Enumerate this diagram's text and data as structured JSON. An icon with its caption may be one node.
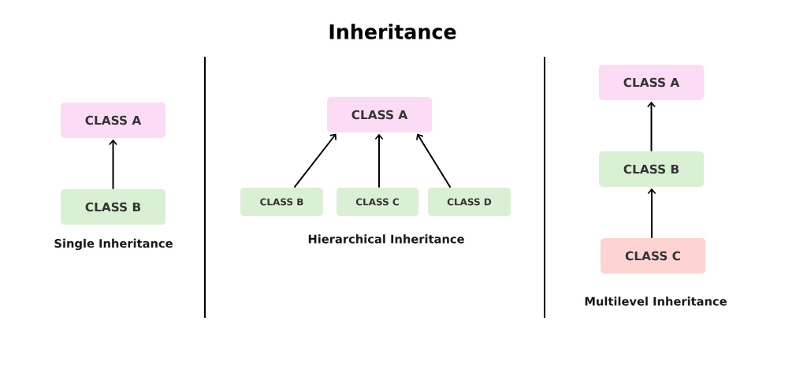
{
  "diagram": {
    "title": "Inheritance",
    "nodes": [
      {
        "text": [
          "CLASS A"
        ]
      },
      {
        "text": [
          "CLASS B"
        ]
      },
      {
        "text": [
          "CLASS A"
        ]
      },
      {
        "text": [
          "CLASS B"
        ]
      },
      {
        "text": [
          "CLASS C"
        ]
      },
      {
        "text": [
          "CLASS D"
        ]
      },
      {
        "text": [
          "CLASS A"
        ]
      },
      {
        "text": [
          "CLASS B"
        ]
      },
      {
        "text": [
          "CLASS C"
        ]
      }
    ],
    "edges": [
      {
        "from": 1,
        "to": 0,
        "arrow": "to"
      },
      {
        "from": 3,
        "to": 2,
        "arrow": "to"
      },
      {
        "from": 4,
        "to": 2,
        "arrow": "to"
      },
      {
        "from": 5,
        "to": 2,
        "arrow": "to"
      },
      {
        "from": 7,
        "to": 6,
        "arrow": "to"
      },
      {
        "from": 8,
        "to": 7,
        "arrow": "to"
      }
    ],
    "labels": [
      "Single Inheritance",
      "Hierarchical Inheritance",
      "Multilevel Inheritance"
    ]
  }
}
